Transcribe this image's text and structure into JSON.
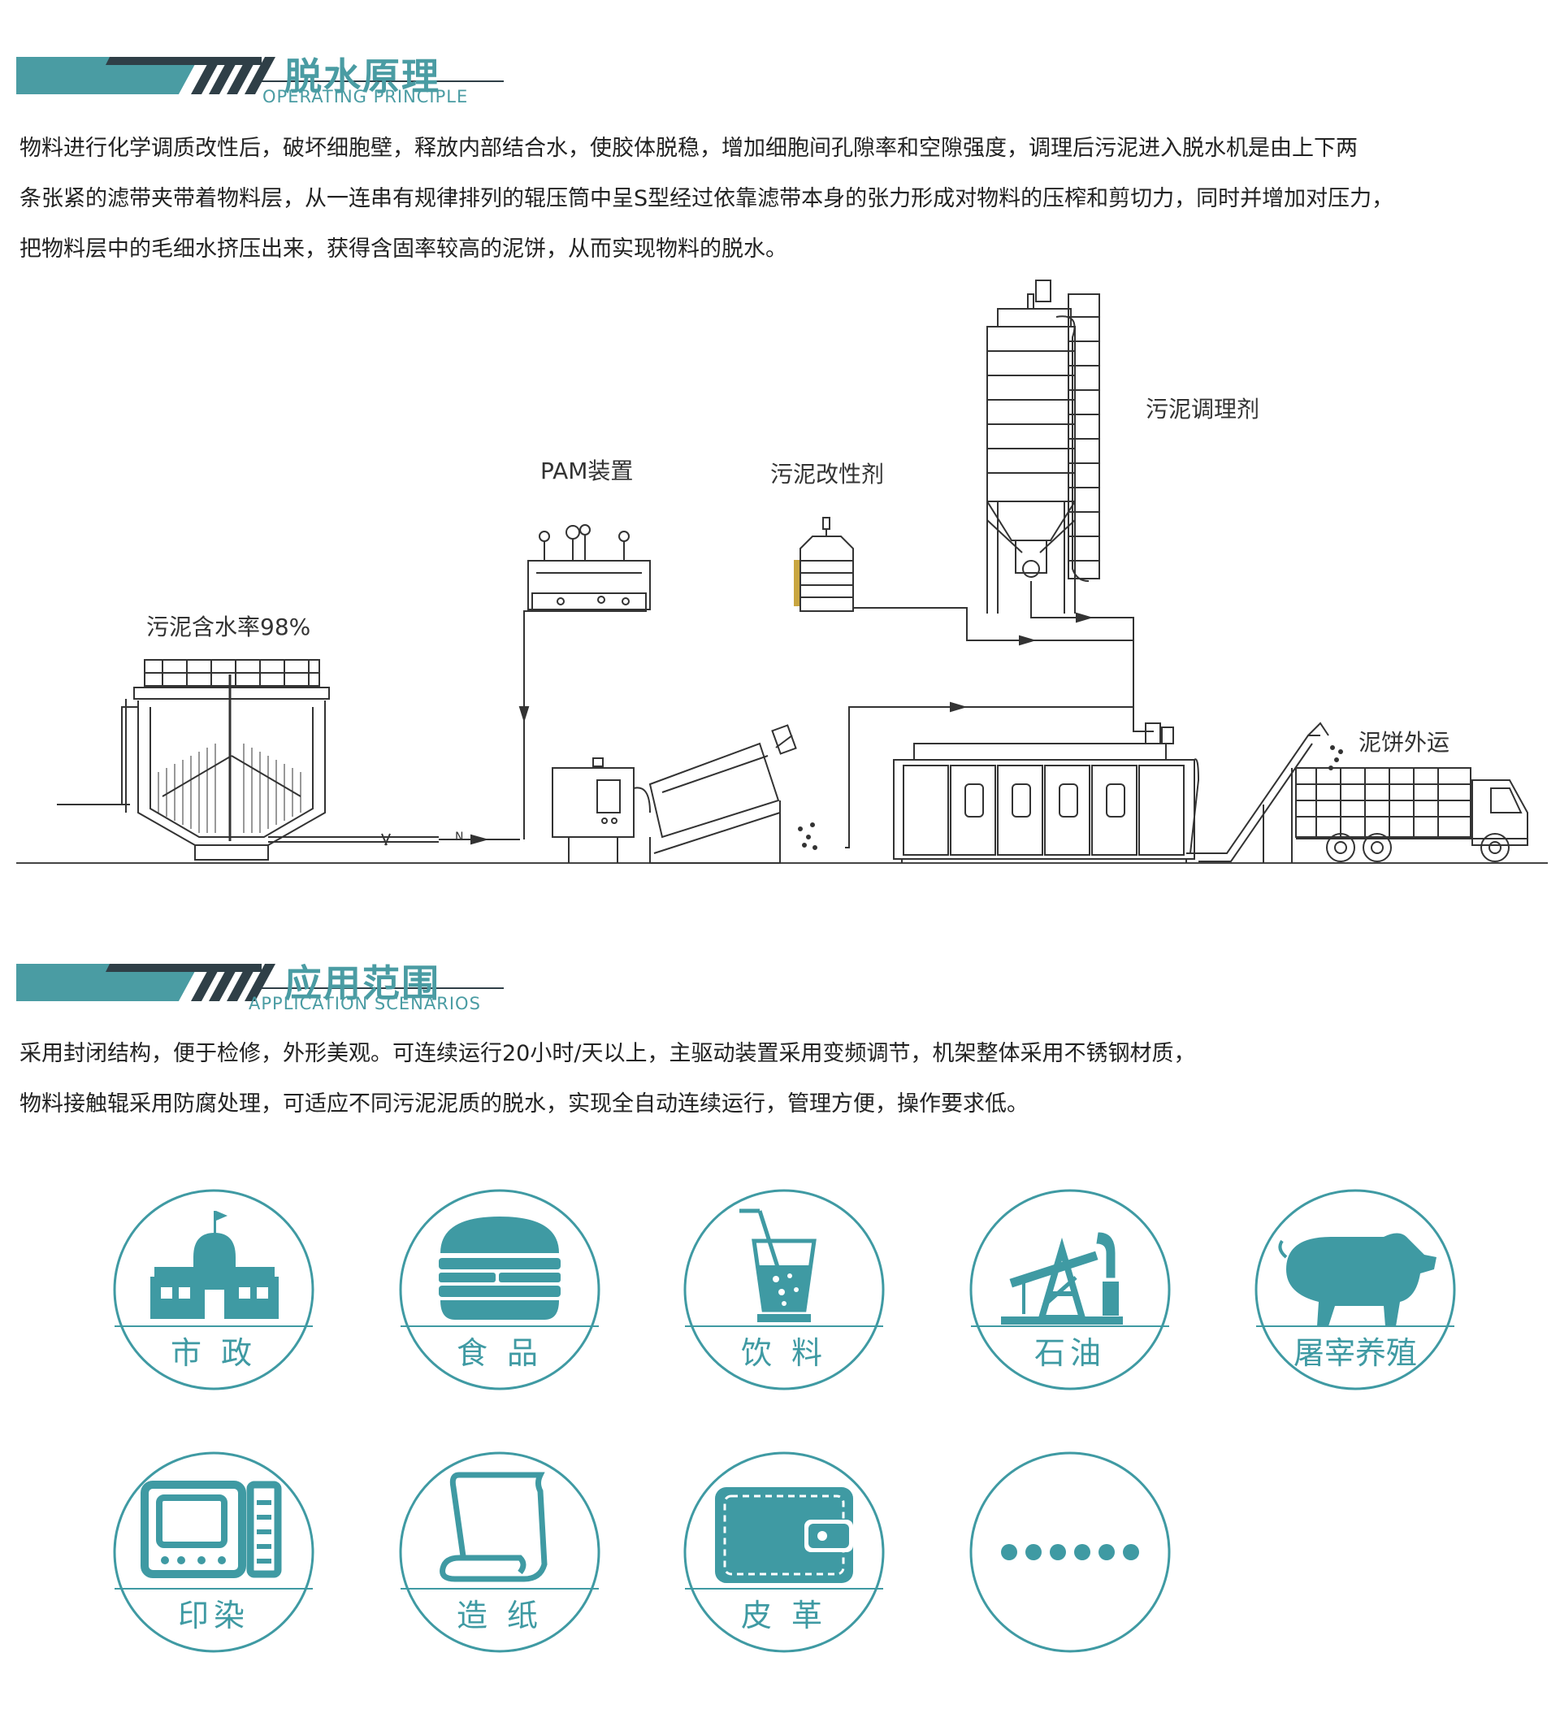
{
  "colors": {
    "accent": "#4a9ca3",
    "dark": "#2f3f47",
    "line": "#333333"
  },
  "section1": {
    "title": "脱水原理",
    "subtitle": "OPERATING PRINCIPLE",
    "paragraph": [
      "物料进行化学调质改性后，破坏细胞壁，释放内部结合水，使胶体脱稳，增加细胞间孔隙率和空隙强度，调理后污泥进入脱水机是由上下两",
      "条张紧的滤带夹带着物料层，从一连串有规律排列的辊压筒中呈S型经过依靠滤带本身的张力形成对物料的压榨和剪切力，同时并增加对压力，",
      "把物料层中的毛细水挤压出来，获得含固率较高的泥饼，从而实现物料的脱水。"
    ]
  },
  "diagram": {
    "labels": {
      "sludge_tank": "污泥含水率98%",
      "pam": "PAM装置",
      "modifier": "污泥改性剂",
      "conditioner": "污泥调理剂",
      "cake": "泥饼外运",
      "flow_marker": "N"
    }
  },
  "section2": {
    "title": "应用范围",
    "subtitle": "APPLICATION SCENARIOS",
    "paragraph": [
      "采用封闭结构，便于检修，外形美观。可连续运行20小时/天以上，主驱动装置采用变频调节，机架整体采用不锈钢材质，",
      "物料接触辊采用防腐处理，可适应不同污泥泥质的脱水，实现全自动连续运行，管理方便，操作要求低。"
    ]
  },
  "applications": [
    {
      "label": "市 政",
      "icon": "government-building-icon"
    },
    {
      "label": "食 品",
      "icon": "burger-icon"
    },
    {
      "label": "饮 料",
      "icon": "drink-cup-icon"
    },
    {
      "label": "石油",
      "icon": "oil-pump-icon"
    },
    {
      "label": "屠宰养殖",
      "icon": "pig-icon"
    },
    {
      "label": "印染",
      "icon": "dyeing-machine-icon"
    },
    {
      "label": "造 纸",
      "icon": "paper-roll-icon"
    },
    {
      "label": "皮 革",
      "icon": "wallet-icon"
    },
    {
      "label": "",
      "icon": "more-dots-icon"
    }
  ]
}
